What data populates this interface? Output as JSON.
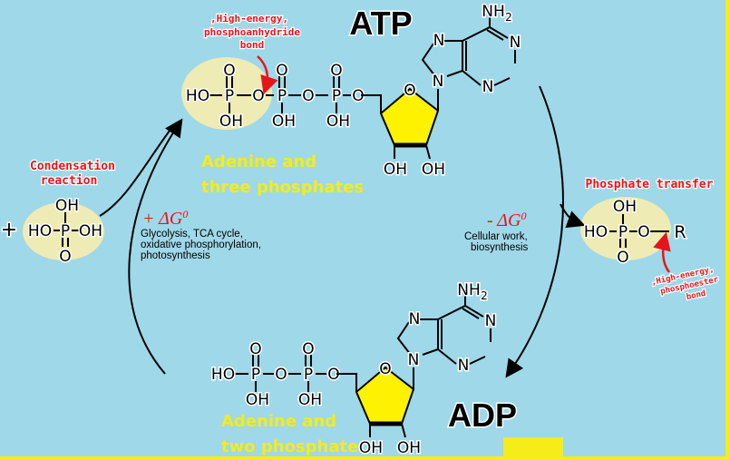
{
  "titles": {
    "atp": "ATP",
    "adp": "ADP"
  },
  "atoms": {
    "HO": "HO",
    "OH": "OH",
    "P": "P",
    "O": "O",
    "N": "N",
    "NH2": "NH",
    "sub2": "2",
    "R": "R",
    "plus": "+"
  },
  "labels": {
    "atp_bond": [
      "‚High-energy‚",
      "phosphoanhydride",
      "bond"
    ],
    "ester_bond": [
      "‚High-energy‚",
      "phosphoester",
      "bond"
    ],
    "condensation": [
      "Condensation",
      "reaction"
    ],
    "phosphate_transfer": "Phosphate transfer",
    "atp_desc": [
      "Adenine and",
      "three phosphates"
    ],
    "adp_desc": [
      "Adenine and",
      "two phosphate"
    ],
    "plus_dg": "+ ΔG",
    "minus_dg": "- ΔG",
    "dg_sup": "0",
    "synthesis_sources": [
      "Glycolysis, TCA cycle,",
      "oxidative phosphorylation,",
      "photosynthesis"
    ],
    "consumption": [
      "Cellular work,",
      "biosynthesis"
    ]
  },
  "colors": {
    "background": "#9fd8e8",
    "accent_red": "#e8141c",
    "highlight_yellow": "#f5ec1a",
    "ribose_fill": "#fff200"
  }
}
